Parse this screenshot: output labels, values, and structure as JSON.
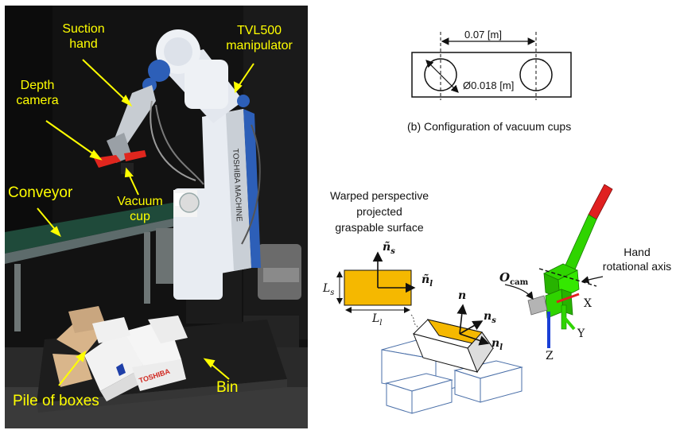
{
  "photo": {
    "labels": {
      "suction_hand": "Suction\nhand",
      "manipulator": "TVL500\nmanipulator",
      "depth_camera": "Depth\ncamera",
      "conveyor": "Conveyor",
      "vacuum_cup": "Vacuum\ncup",
      "pile_of_boxes": "Pile of boxes",
      "bin": "Bin"
    },
    "robot_side_text": "TOSHIBA MACHINE",
    "box_brand": "TOSHIBA",
    "colors": {
      "label": "#ffff00",
      "robot_body": "#e8ecf2",
      "robot_accent": "#2d5fb8",
      "conveyor_belt": "#1f4a3a",
      "gripper_red": "#e0261e",
      "box_cardboard": "#d8b48a"
    }
  },
  "configuration": {
    "spacing": "0.07 [m]",
    "diameter": "Ø0.018 [m]",
    "caption": "(b) Configuration of vacuum cups"
  },
  "surface": {
    "title_lines": [
      "Warped perspective",
      "projected",
      "graspable surface"
    ],
    "colors": {
      "surface": "#f5b800"
    },
    "labels": {
      "n_s_tilde": "ñ",
      "n_s_tilde_sub": "s",
      "n_l_tilde": "ñ",
      "n_l_tilde_sub": "l",
      "L_s": "L",
      "L_s_sub": "s",
      "L_l": "L",
      "L_l_sub": "l",
      "n": "n",
      "n_s": "n",
      "n_s_sub": "s",
      "n_l": "n",
      "n_l_sub": "l"
    }
  },
  "hand_model": {
    "o_cam": "O",
    "o_cam_sub": "cam",
    "axis_title": "Hand\nrotational axis",
    "x": "X",
    "y": "Y",
    "z": "Z",
    "colors": {
      "green": "#2fd400",
      "red": "#e02020",
      "blue": "#1a3fd6",
      "gray": "#b4b4b4"
    }
  }
}
